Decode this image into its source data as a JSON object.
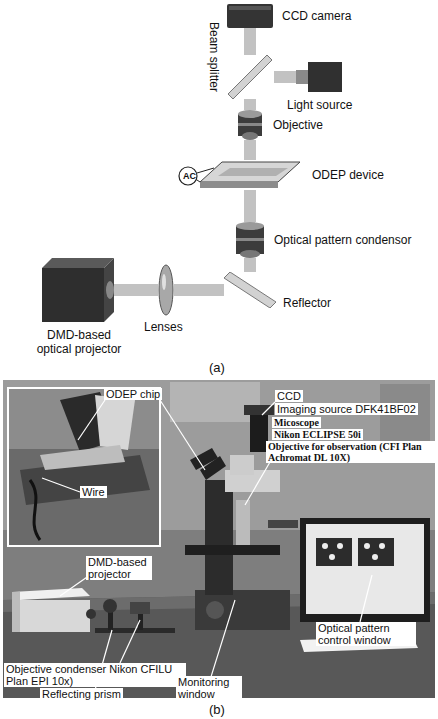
{
  "diagram": {
    "nodes": [
      {
        "text": [
          "CCD camera"
        ]
      },
      {
        "text": [
          "Beam splitter"
        ]
      },
      {
        "text": [
          "Light source"
        ]
      },
      {
        "text": [
          "Objective"
        ]
      },
      {
        "text": [
          "ODEP device"
        ]
      },
      {
        "text": [
          "Optical pattern condensor"
        ]
      },
      {
        "text": [
          "Reflector"
        ]
      },
      {
        "text": [
          "Lenses"
        ]
      },
      {
        "text": [
          "DMD-based optical projector"
        ]
      }
    ],
    "edges": [
      {
        "from": 0,
        "to": 1,
        "arrow": "none"
      },
      {
        "from": 2,
        "to": 1,
        "arrow": "none"
      },
      {
        "from": 1,
        "to": 3,
        "arrow": "none"
      },
      {
        "from": 3,
        "to": 4,
        "arrow": "none"
      },
      {
        "from": 4,
        "to": 5,
        "arrow": "none"
      },
      {
        "from": 5,
        "to": 6,
        "arrow": "none"
      },
      {
        "from": 6,
        "to": 7,
        "arrow": "none"
      },
      {
        "from": 7,
        "to": 8,
        "arrow": "none"
      }
    ],
    "labels": [
      "AC",
      "(a)",
      "ODEP chip",
      "Wire",
      "CCD",
      "Imaging source DFK41BF02",
      "Micoscope",
      "Nikon ECLIPSE 50i",
      "Objective for observation (CFI Plan Achromat DL 10X)",
      "DMD-based projector",
      "Objective condenser Nikon CFILU Plan EPI 10x)",
      "Reflecting prism",
      "Monitoring window",
      "Optical pattern control window",
      "(b)"
    ]
  }
}
